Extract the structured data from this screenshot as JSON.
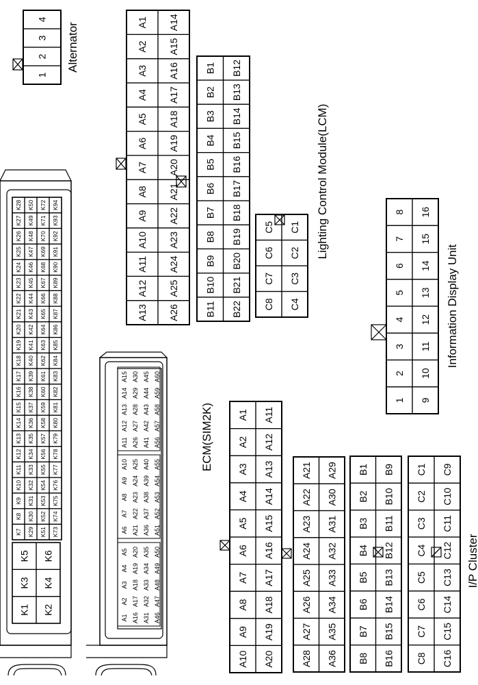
{
  "labels": {
    "alternator": "Alternator",
    "lcm": "Lighting Control Module(LCM)",
    "idu": "Information Display Unit",
    "ecm": "ECM(SIM2K)",
    "ipc": "I/P Cluster"
  },
  "alternator": {
    "pins": [
      "1",
      "2",
      "3",
      "4"
    ]
  },
  "lcm": {
    "a_top": [
      "A13",
      "A12",
      "A11",
      "A10",
      "A9",
      "A8",
      "A7",
      "A6",
      "A5",
      "A4",
      "A3",
      "A2",
      "A1"
    ],
    "a_bot": [
      "A26",
      "A25",
      "A24",
      "A23",
      "A22",
      "A21",
      "A20",
      "A19",
      "A18",
      "A17",
      "A16",
      "A15",
      "A14"
    ],
    "b_top": [
      "B11",
      "B10",
      "B9",
      "B8",
      "B7",
      "B6",
      "B5",
      "B4",
      "B3",
      "B2",
      "B1"
    ],
    "b_bot": [
      "B22",
      "B21",
      "B20",
      "B19",
      "B18",
      "B17",
      "B16",
      "B15",
      "B14",
      "B13",
      "B12"
    ],
    "c_top": [
      "C8",
      "C7",
      "C6",
      "C5"
    ],
    "c_bot": [
      "C4",
      "C3",
      "C2",
      "C1"
    ]
  },
  "idu": {
    "top": [
      "1",
      "2",
      "3",
      "4",
      "5",
      "6",
      "7",
      "8"
    ],
    "bot": [
      "9",
      "10",
      "11",
      "12",
      "13",
      "14",
      "15",
      "16"
    ]
  },
  "ecm_k": {
    "big": [
      "K1",
      "K2",
      "K3",
      "K4",
      "K5",
      "K6"
    ],
    "rows": [
      [
        "K7",
        "K8",
        "K9",
        "K10",
        "K11",
        "K12",
        "K13",
        "K14",
        "K15",
        "K16",
        "K17",
        "K18",
        "K19",
        "K20",
        "K21",
        "K22",
        "K23",
        "K24",
        "K25",
        "K26",
        "K27",
        "K28"
      ],
      [
        "K29",
        "K30",
        "K31",
        "K32",
        "K33",
        "K34",
        "K35",
        "K36",
        "K37",
        "K38",
        "K39",
        "K40",
        "K41",
        "K42",
        "K43",
        "K44",
        "K45",
        "K46",
        "K47",
        "K48",
        "K49",
        "K50"
      ],
      [
        "K51",
        "K52",
        "K53",
        "K54",
        "K55",
        "K56",
        "K57",
        "K58",
        "K59",
        "K60",
        "K61",
        "K62",
        "K63",
        "K64",
        "K65",
        "K66",
        "K67",
        "K68",
        "K69",
        "K70",
        "K71",
        "K72"
      ],
      [
        "K73",
        "K74",
        "K75",
        "K76",
        "K77",
        "K78",
        "K79",
        "K80",
        "K81",
        "K82",
        "K83",
        "K84",
        "K85",
        "K86",
        "K87",
        "K88",
        "K89",
        "K90",
        "K91",
        "K92",
        "K93",
        "K94"
      ]
    ]
  },
  "ecm_a": {
    "rows": [
      [
        "A1",
        "A2",
        "A3",
        "A4",
        "A5",
        "A6",
        "A7",
        "A8",
        "A9",
        "A10",
        "A11",
        "A12",
        "A13",
        "A14",
        "A15"
      ],
      [
        "A16",
        "A17",
        "A18",
        "A19",
        "A20",
        "A21",
        "A22",
        "A23",
        "A24",
        "A25",
        "A26",
        "A27",
        "A28",
        "A29",
        "A30"
      ],
      [
        "A31",
        "A32",
        "A33",
        "A34",
        "A35",
        "A36",
        "A37",
        "A38",
        "A39",
        "A40",
        "A41",
        "A42",
        "A43",
        "A44",
        "A45"
      ],
      [
        "A46",
        "A47",
        "A48",
        "A49",
        "A50",
        "A51",
        "A52",
        "A53",
        "A54",
        "A55",
        "A56",
        "A57",
        "A58",
        "A59",
        "A60"
      ]
    ]
  },
  "ipc": {
    "a_top": [
      "A10",
      "A9",
      "A8",
      "A7",
      "A6",
      "A5",
      "A4",
      "A3",
      "A2",
      "A1"
    ],
    "a_bot": [
      "A20",
      "A19",
      "A18",
      "A17",
      "A16",
      "A15",
      "A14",
      "A13",
      "A12",
      "A11"
    ],
    "b2_top": [
      "A28",
      "A27",
      "A26",
      "A25",
      "A24",
      "A23",
      "A22",
      "A21"
    ],
    "b2_bot": [
      "A36",
      "A35",
      "A34",
      "A33",
      "A32",
      "A31",
      "A30",
      "A29"
    ],
    "b_top": [
      "B8",
      "B7",
      "B6",
      "B5",
      "B4",
      "B3",
      "B2",
      "B1"
    ],
    "b_bot": [
      "B16",
      "B15",
      "B14",
      "B13",
      "B12",
      "B11",
      "B10",
      "B9"
    ],
    "c_top": [
      "C8",
      "C7",
      "C6",
      "C5",
      "C4",
      "C3",
      "C2",
      "C1"
    ],
    "c_bot": [
      "C16",
      "C15",
      "C14",
      "C13",
      "C12",
      "C11",
      "C10",
      "C9"
    ]
  }
}
